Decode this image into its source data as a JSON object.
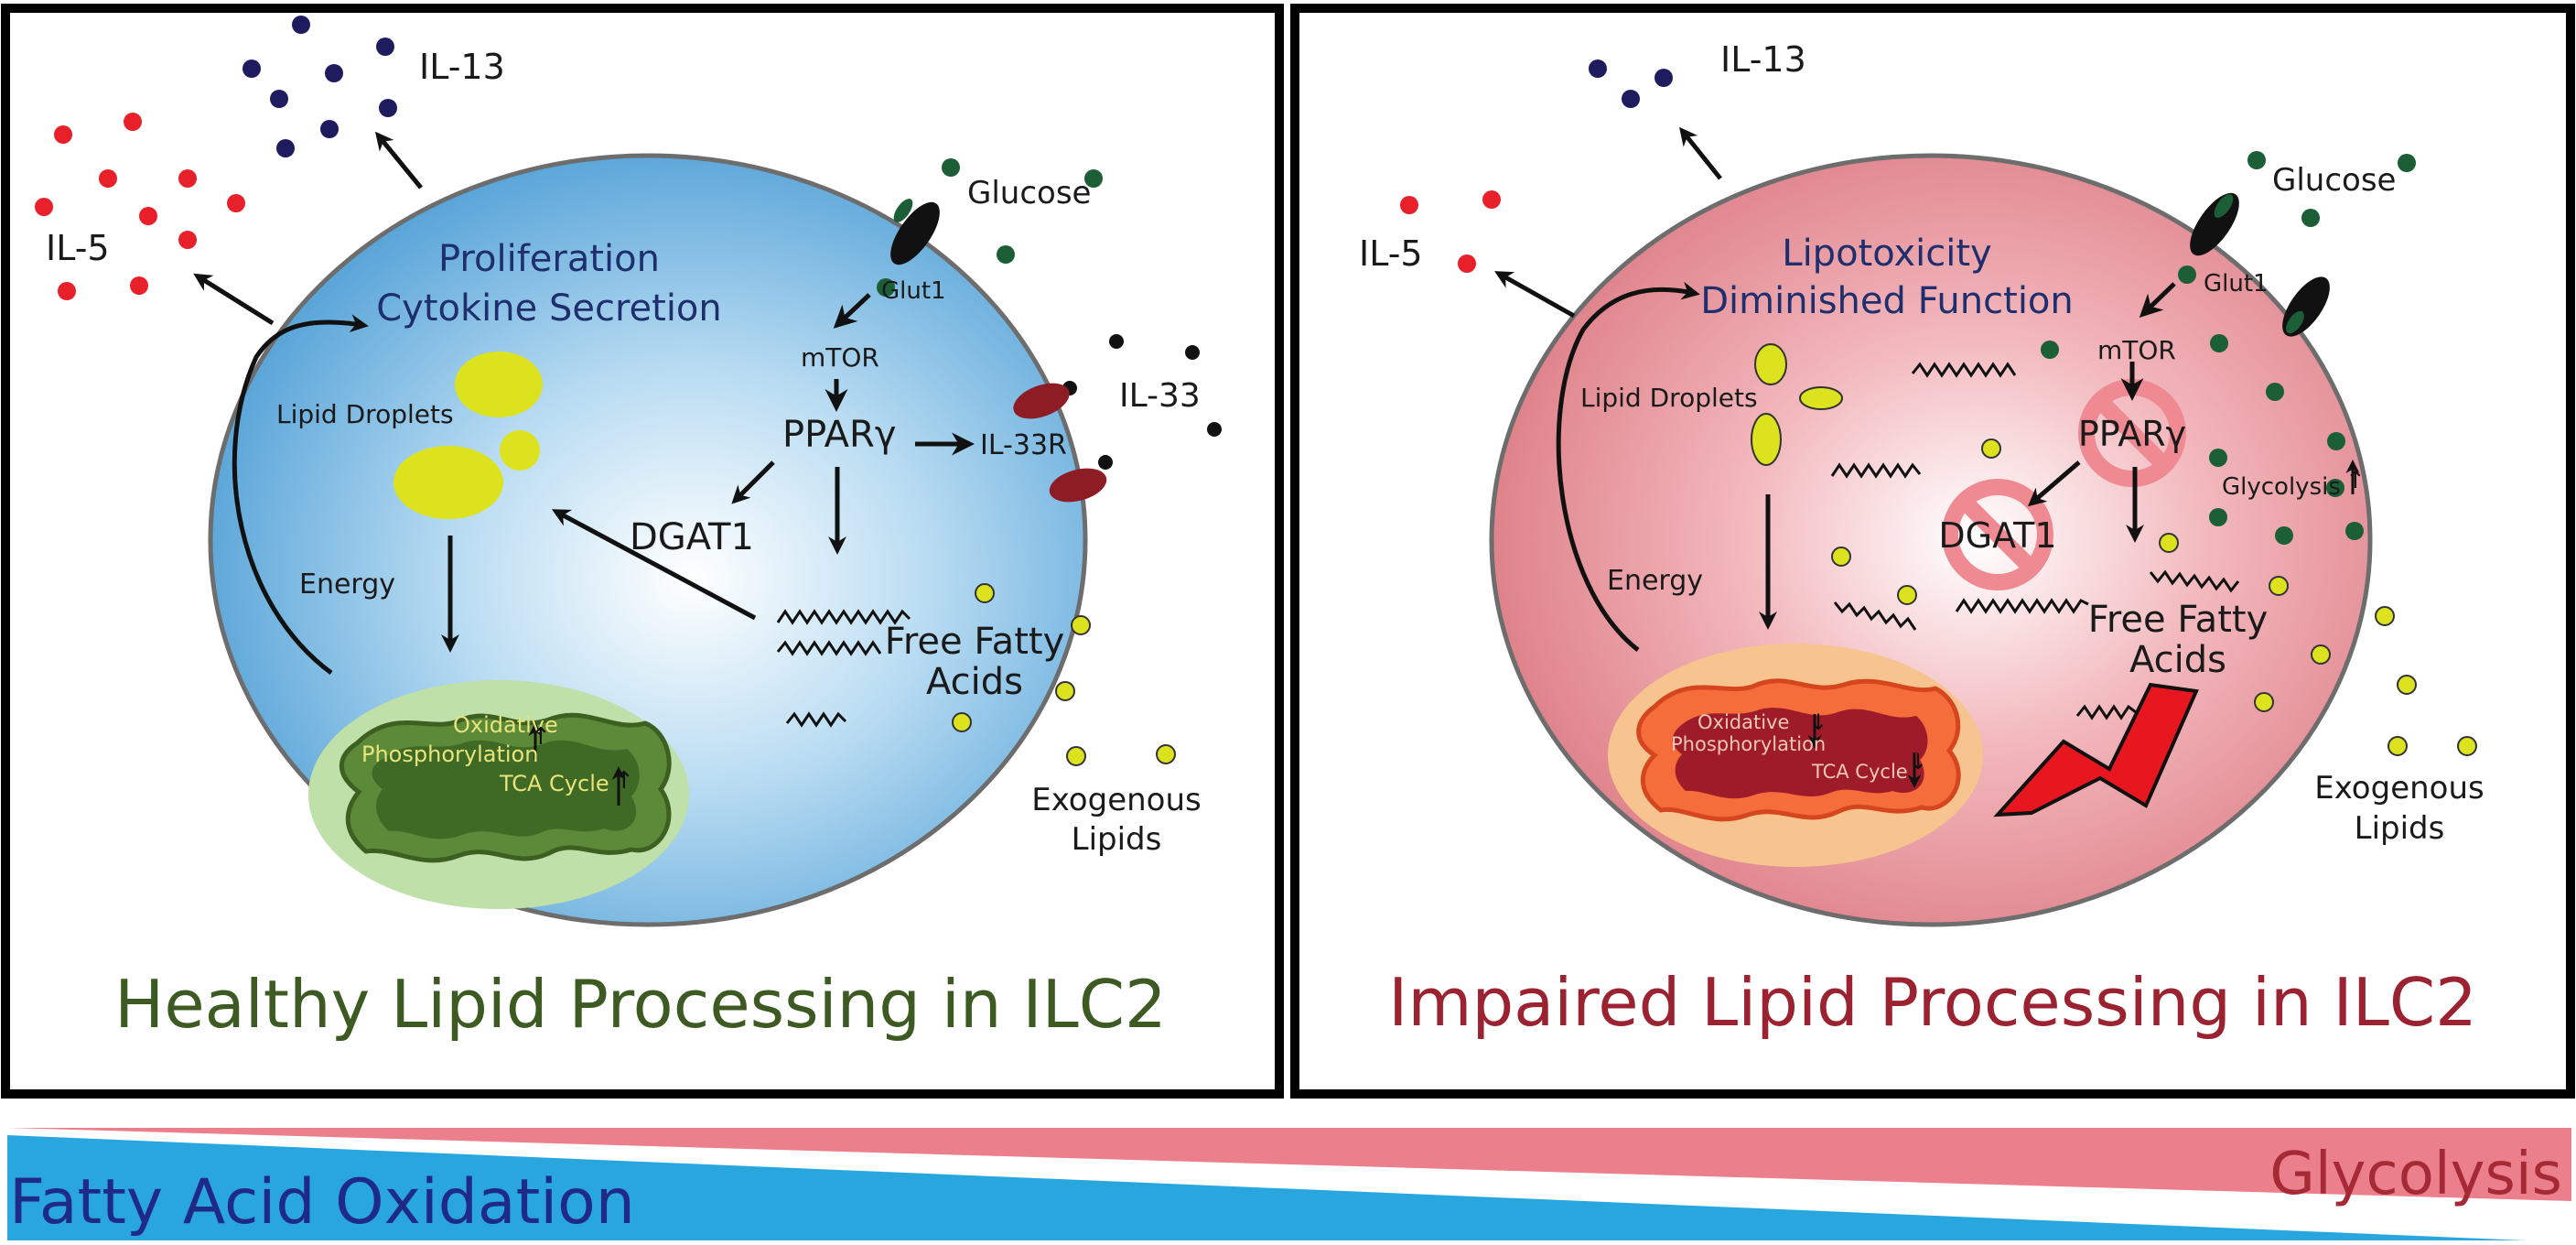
{
  "healthy_panel": {
    "cytokines": {
      "il13": "IL-13",
      "il5": "IL-5",
      "il33": "IL-33"
    },
    "glucose": "Glucose",
    "glut1": "Glut1",
    "mtor": "mTOR",
    "ppar": "PPARγ",
    "il33r": "IL-33R",
    "dgat1": "DGAT1",
    "function_line1": "Proliferation",
    "function_line2": "Cytokine Secretion",
    "lipid_droplets": "Lipid Droplets",
    "energy": "Energy",
    "oxphos_line1": "Oxidative",
    "oxphos_line2": "Phosphorylation",
    "tca": "TCA Cycle",
    "oxphos_change": "↑",
    "tca_change": "↑",
    "ffa_line1": "Free Fatty",
    "ffa_line2": "Acids",
    "exogenous_line1": "Exogenous",
    "exogenous_line2": "Lipids",
    "title": "Healthy Lipid Processing in ILC2"
  },
  "impaired_panel": {
    "cytokines": {
      "il13": "IL-13",
      "il5": "IL-5"
    },
    "glucose": "Glucose",
    "glut1": "Glut1",
    "mtor": "mTOR",
    "ppar": "PPARγ",
    "dgat1": "DGAT1",
    "function_line1": "Lipotoxicity",
    "function_line2": "Diminished Function",
    "lipid_droplets": "Lipid Droplets",
    "energy": "Energy",
    "oxphos_line1": "Oxidative",
    "oxphos_line2": "Phosphorylation",
    "tca": "TCA Cycle",
    "oxphos_change": "↓",
    "tca_change": "↓",
    "glycolysis": "Glycolysis",
    "glycolysis_change": "↑",
    "ffa_line1": "Free Fatty",
    "ffa_line2": "Acids",
    "exogenous_line1": "Exogenous",
    "exogenous_line2": "Lipids",
    "title": "Impaired Lipid Processing in ILC2"
  },
  "metabolic_bar": {
    "left_label": "Fatty Acid Oxidation",
    "right_label": "Glycolysis"
  },
  "colors": {
    "healthy_title": "#3c5a22",
    "impaired_title": "#9b2230",
    "il5_dot": "#e8202a",
    "il13_dot": "#1e1b5e",
    "glucose_dot": "#1c5e35",
    "lipid_yellow": "#dce21e",
    "fao_blue": "#2aa6df",
    "glycolysis_pink": "#ec7f8c",
    "fao_text": "#1e2a86",
    "glycolysis_text": "#a52a35"
  }
}
